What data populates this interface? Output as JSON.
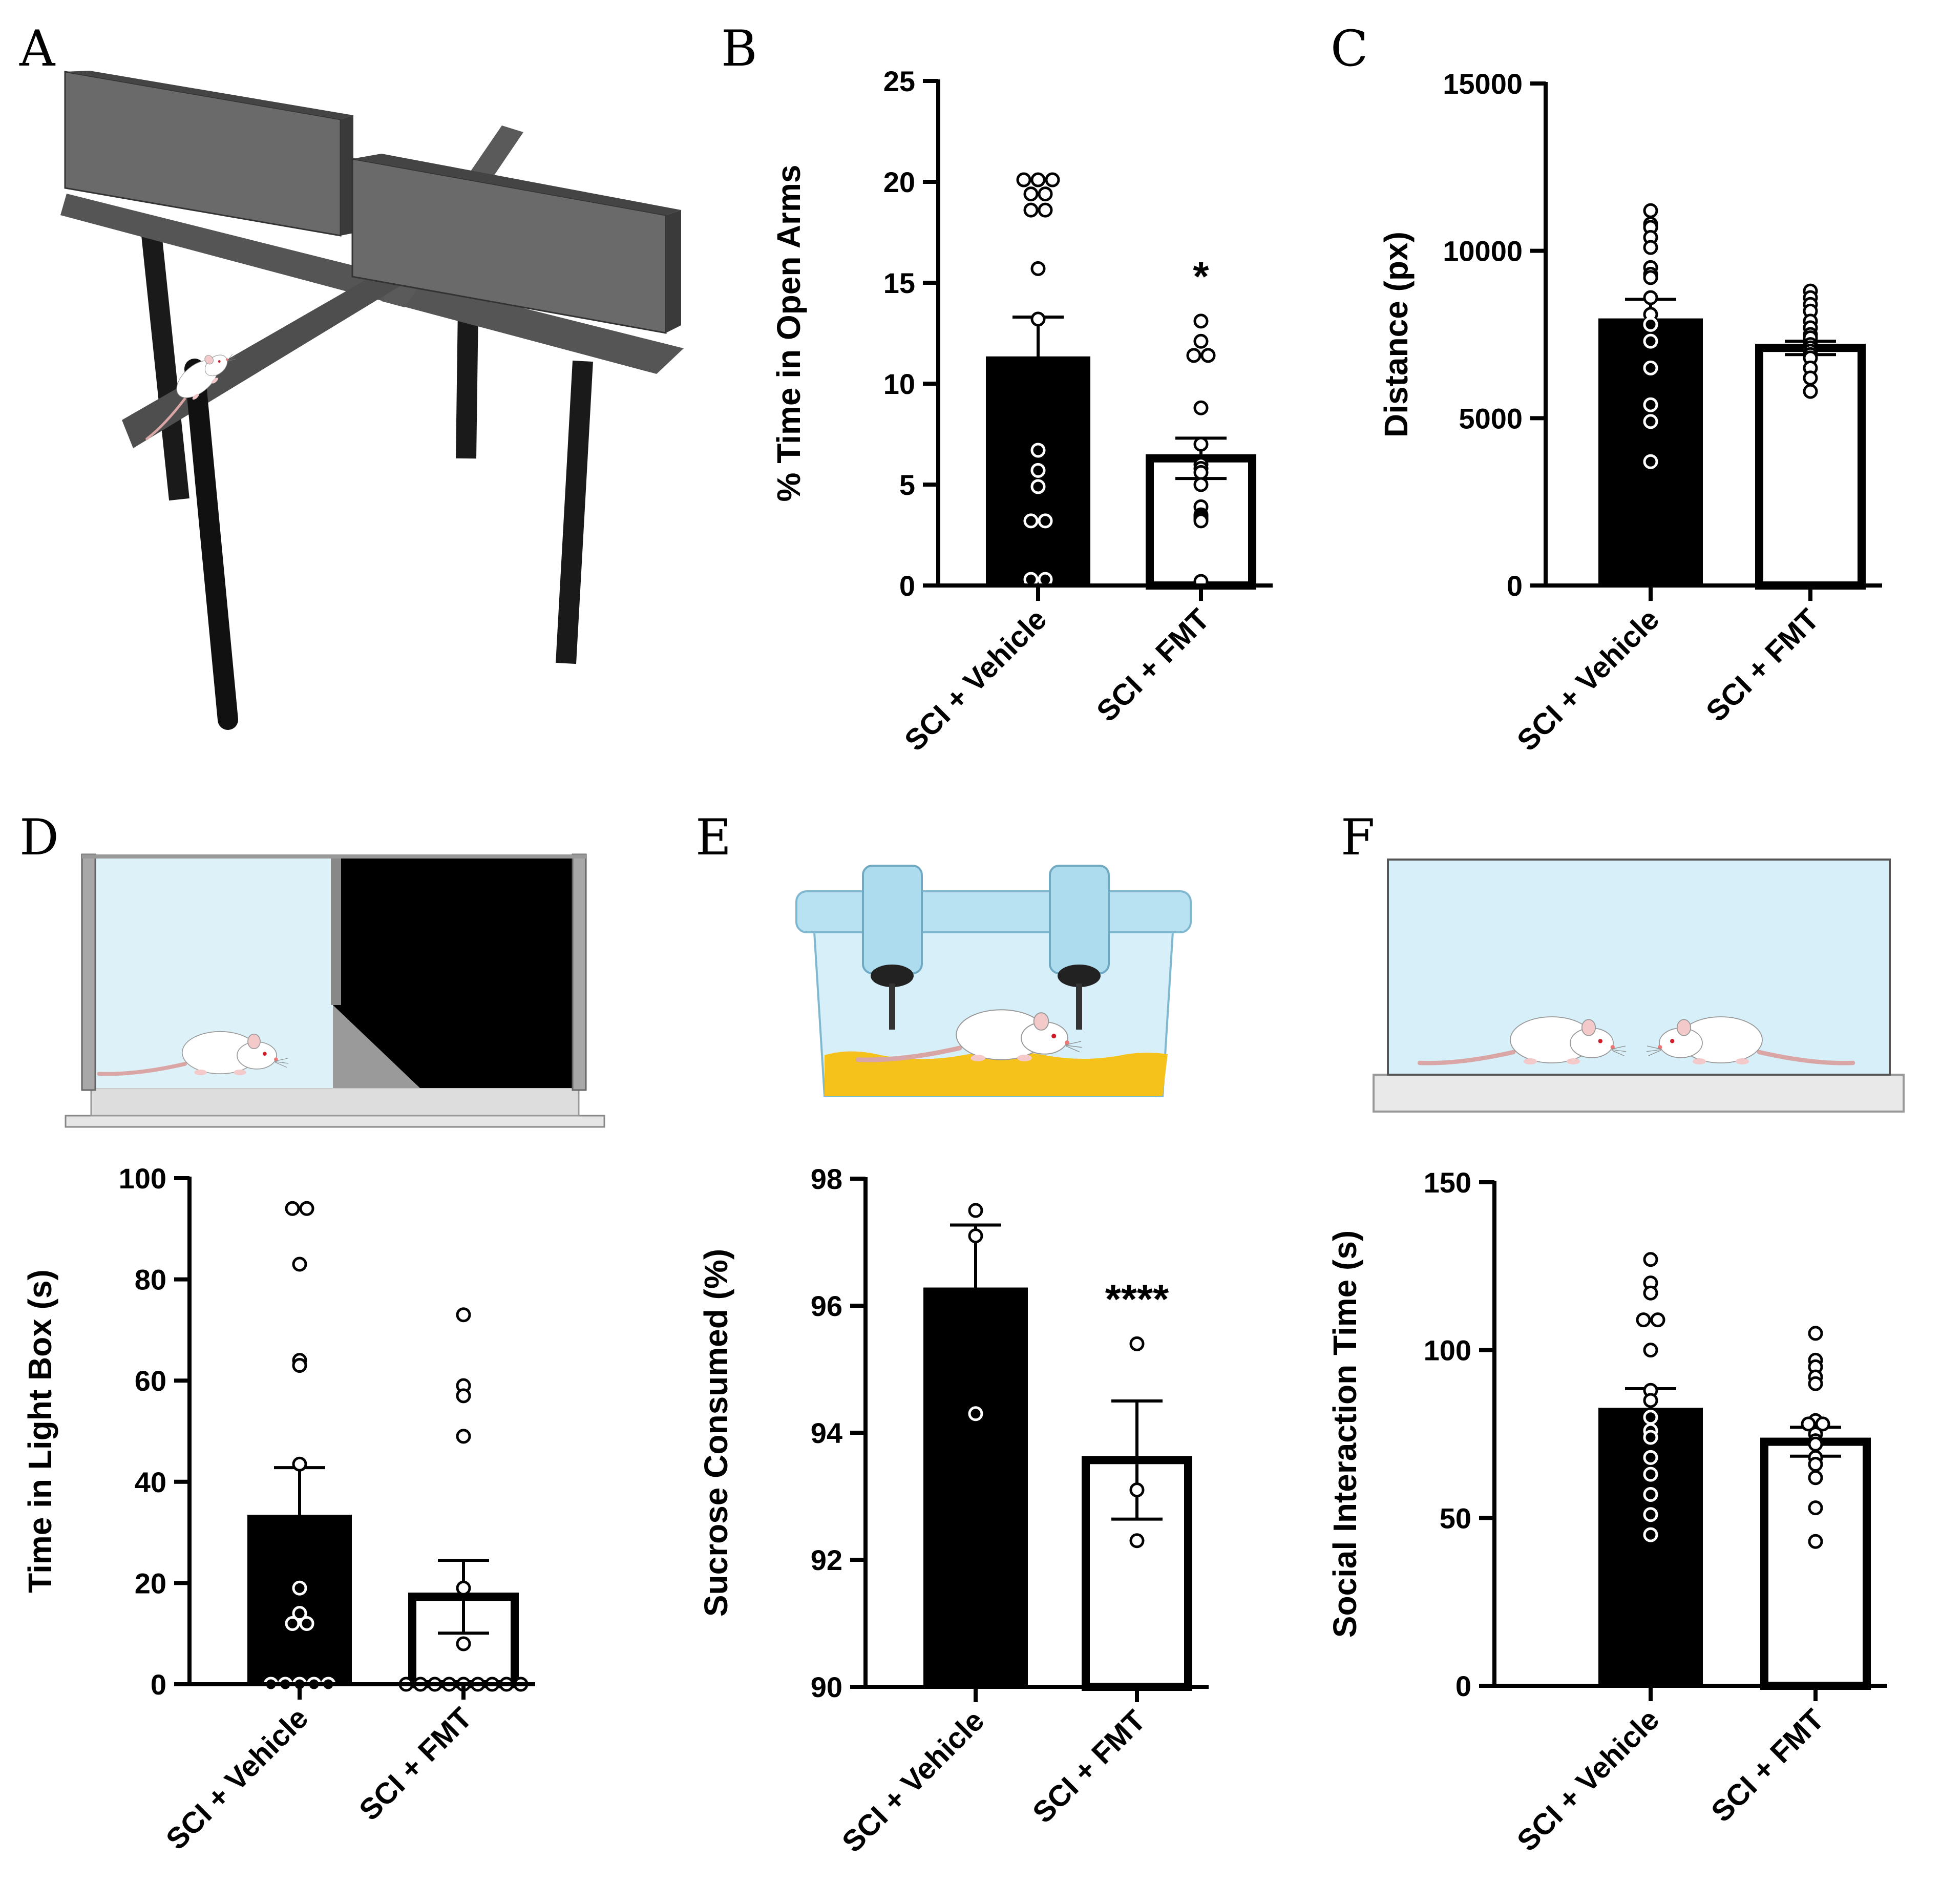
{
  "panels": {
    "a": {
      "label": "A"
    },
    "b": {
      "label": "B"
    },
    "c": {
      "label": "C"
    },
    "d": {
      "label": "D"
    },
    "e": {
      "label": "E"
    },
    "f": {
      "label": "F"
    }
  },
  "colors": {
    "vehicle": "#000000",
    "fmt": "#ffffff",
    "arena_glass": "#d9eff8",
    "bedding": "#f5c21b",
    "maze": "#5a5a5a"
  },
  "icons": [
    "elevated-plus-maze-icon",
    "light-dark-box-icon",
    "sucrose-cage-icon",
    "social-arena-icon",
    "rat-icon"
  ],
  "chart_data": [
    {
      "type": "bar",
      "id": "b",
      "categories": [
        "SCI + Vehicle",
        "SCI + FMT"
      ],
      "values": [
        11.3,
        6.3
      ],
      "sem": [
        2.0,
        1.0
      ],
      "ylabel": "% Time in Open Arms",
      "ylim": [
        0,
        25
      ],
      "yticks": [
        0,
        5,
        10,
        15,
        20,
        25
      ],
      "yticklabels": [
        "0",
        "5",
        "10",
        "15",
        "20",
        "25"
      ],
      "significance": [
        "",
        "*"
      ],
      "points": [
        [
          20.1,
          20.1,
          20.1,
          19.4,
          18.6,
          18.6,
          19.4,
          15.7,
          13.2,
          6.7,
          5.7,
          4.9,
          3.2,
          3.2,
          0.3,
          0.3
        ],
        [
          13.1,
          12.1,
          11.4,
          11.4,
          8.8,
          7.0,
          6.0,
          5.8,
          5.6,
          5.0,
          3.9,
          3.5,
          3.4,
          3.3,
          3.2,
          0.2
        ]
      ]
    },
    {
      "type": "bar",
      "id": "c",
      "categories": [
        "SCI + Vehicle",
        "SCI + FMT"
      ],
      "values": [
        7950,
        7100
      ],
      "sem": [
        600,
        200
      ],
      "ylabel": "Distance (px)",
      "ylim": [
        0,
        15000
      ],
      "yticks": [
        0,
        5000,
        10000,
        15000
      ],
      "yticklabels": [
        "0",
        "5000",
        "10000",
        "15000"
      ],
      "significance": [
        "",
        ""
      ],
      "points": [
        [
          11200,
          10800,
          10700,
          10400,
          10100,
          9500,
          9300,
          9200,
          8600,
          8100,
          7800,
          7300,
          6500,
          5400,
          4900,
          3700
        ],
        [
          8800,
          8600,
          8400,
          8200,
          7900,
          7700,
          7500,
          7400,
          7200,
          7100,
          7000,
          6900,
          6800,
          6500,
          6200,
          5800
        ]
      ]
    },
    {
      "type": "bar",
      "id": "d",
      "categories": [
        "SCI + Vehicle",
        "SCI + FMT"
      ],
      "values": [
        33.3,
        17.3
      ],
      "sem": [
        9.5,
        7.2
      ],
      "ylabel": "Time in Light Box (s)",
      "ylim": [
        0,
        100
      ],
      "yticks": [
        0,
        20,
        40,
        60,
        80,
        100
      ],
      "yticklabels": [
        "0",
        "20",
        "40",
        "60",
        "80",
        "100"
      ],
      "significance": [
        "",
        ""
      ],
      "points": [
        [
          94,
          94,
          83,
          64,
          63,
          43.5,
          19,
          14,
          12,
          12,
          0,
          0,
          0,
          0,
          0
        ],
        [
          73,
          59,
          57,
          49,
          19,
          8,
          0,
          0,
          0,
          0,
          0,
          0,
          0,
          0,
          0
        ]
      ]
    },
    {
      "type": "bar",
      "id": "e",
      "categories": [
        "SCI + Vehicle",
        "SCI + FMT"
      ],
      "values": [
        96.27,
        93.57
      ],
      "sem": [
        1.0,
        0.93
      ],
      "ylabel": "Sucrose Consumed (%)",
      "ylim": [
        90,
        98
      ],
      "yticks": [
        90,
        92,
        94,
        96,
        98
      ],
      "yticklabels": [
        "90",
        "92",
        "94",
        "96",
        "98"
      ],
      "significance": [
        "",
        "****"
      ],
      "points": [
        [
          97.5,
          97.1,
          94.3
        ],
        [
          95.4,
          93.1,
          92.3
        ]
      ]
    },
    {
      "type": "bar",
      "id": "f",
      "categories": [
        "SCI + Vehicle",
        "SCI + FMT"
      ],
      "values": [
        82.5,
        72.7
      ],
      "sem": [
        6.0,
        4.3
      ],
      "ylabel": "Social Interaction Time (s)",
      "ylim": [
        0,
        150
      ],
      "yticks": [
        0,
        50,
        100,
        150
      ],
      "yticklabels": [
        "0",
        "50",
        "100",
        "150"
      ],
      "significance": [
        "",
        ""
      ],
      "points": [
        [
          127,
          120,
          117,
          109,
          109,
          100,
          88,
          85,
          80,
          76,
          74,
          68,
          63,
          57,
          51,
          45
        ],
        [
          105,
          97,
          95,
          92,
          90,
          79,
          78,
          78,
          75,
          73,
          72,
          68,
          66,
          62,
          53,
          43
        ]
      ]
    }
  ]
}
